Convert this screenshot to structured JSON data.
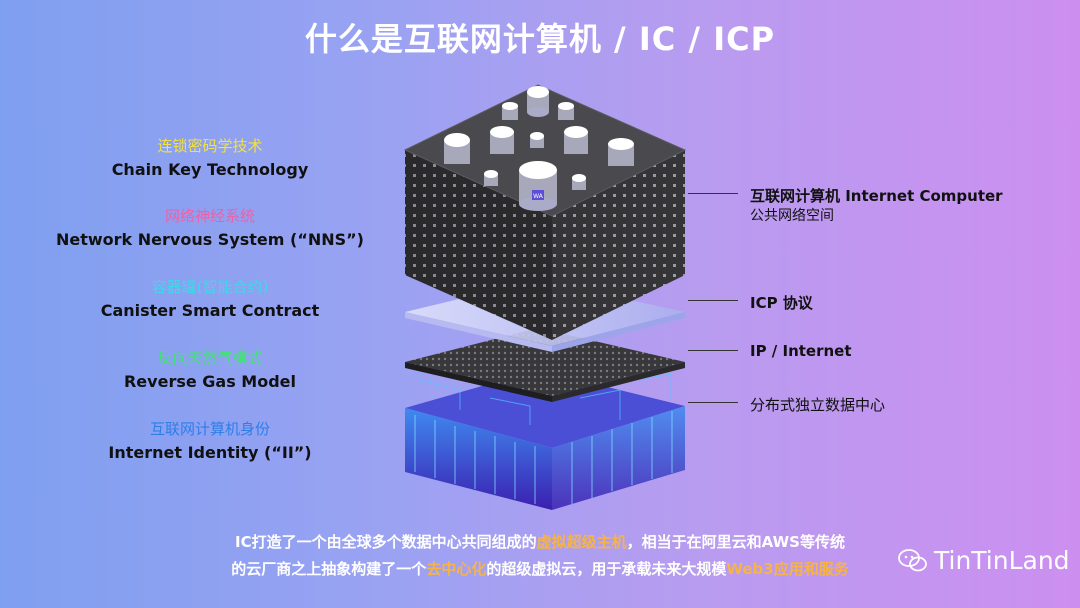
{
  "title": "什么是互联网计算机 / IC / ICP",
  "features": [
    {
      "zh": "连锁密码学技术",
      "en": "Chain Key Technology",
      "color": "#f3e23a"
    },
    {
      "zh": "网络神经系统",
      "en": "Network Nervous System (“NNS”)",
      "color": "#f060a8"
    },
    {
      "zh": "容器罐(智能合约)",
      "en": "Canister Smart Contract",
      "color": "#3ed8e8"
    },
    {
      "zh": "反向天然气模式",
      "en": "Reverse Gas Model",
      "color": "#46e07a"
    },
    {
      "zh": "互联网计算机身份",
      "en": "Internet Identity (“II”)",
      "color": "#2e7ee8"
    }
  ],
  "layers": [
    {
      "label": "互联网计算机 Internet Computer",
      "sub": "公共网络空间"
    },
    {
      "label": "ICP 协议",
      "sub": ""
    },
    {
      "label": "IP / Internet",
      "sub": ""
    },
    {
      "label": "分布式独立数据中心",
      "sub": ""
    }
  ],
  "canister_label": "WA",
  "footer": {
    "line1_a": "IC打造了一个由全球多个数据中心共同组成的",
    "line1_hl": "虚拟超级主机",
    "line1_b": "，相当于在阿里云和AWS等传统",
    "line2_a": "的云厂商之上抽象构建了一个",
    "line2_hl": "去中心化",
    "line2_b": "的超级虚拟云，用于承载未来大规模",
    "line2_hl2": "Web3应用和服务"
  },
  "brand": "TinTinLand",
  "colors": {
    "highlight": "#f6b347",
    "cube_dark": "#2c2c2e",
    "glass": "#c8cbf5",
    "server_blue": "#3a52d8"
  }
}
